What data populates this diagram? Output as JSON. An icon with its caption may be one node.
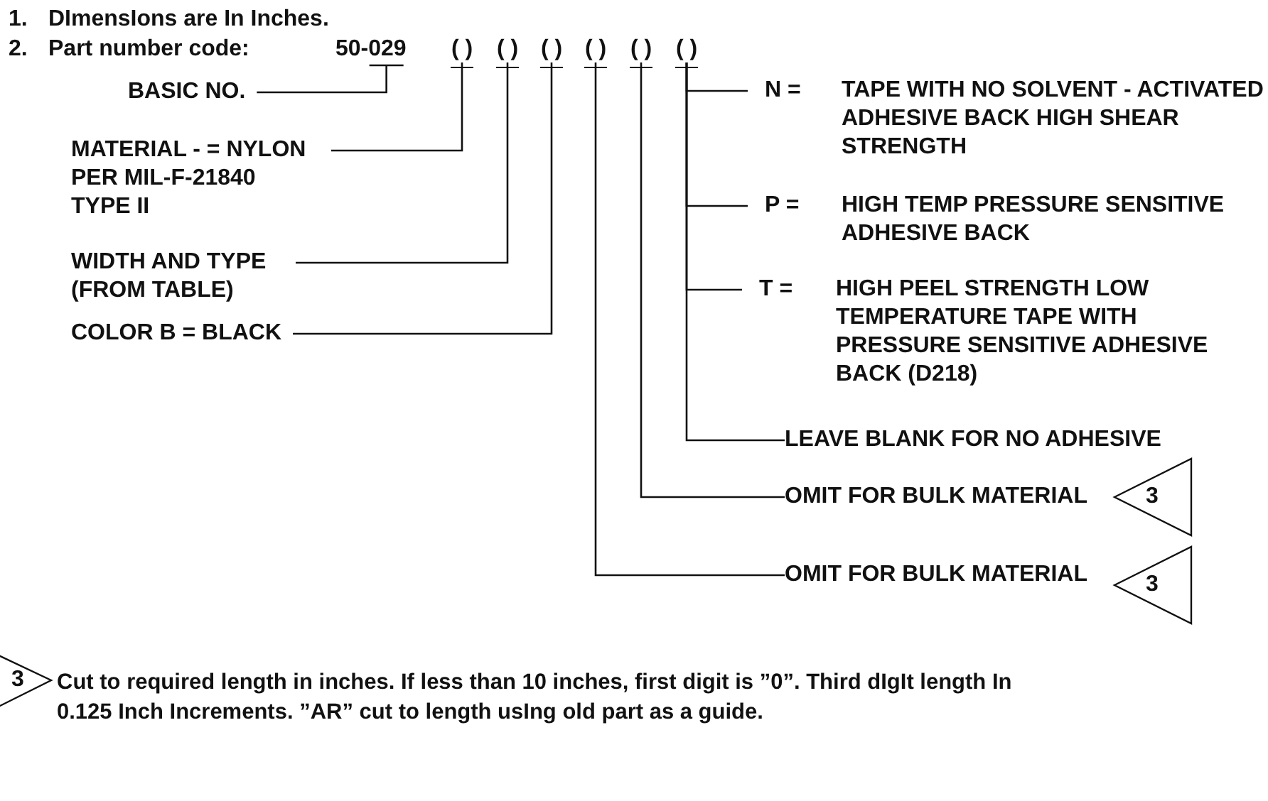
{
  "diagram": {
    "nodes": [
      {
        "text": [
          "50-029"
        ]
      },
      {
        "text": [
          "( )"
        ]
      },
      {
        "text": [
          "( )"
        ]
      },
      {
        "text": [
          "( )"
        ]
      },
      {
        "text": [
          "( )"
        ]
      },
      {
        "text": [
          "( )"
        ]
      },
      {
        "text": [
          "( )"
        ]
      },
      {
        "text": [
          "BASIC NO."
        ]
      },
      {
        "text": [
          "MATERIAL - = NYLON PER MIL-F-21840 TYPE II"
        ]
      },
      {
        "text": [
          "WIDTH AND TYPE (FROM TABLE)"
        ]
      },
      {
        "text": [
          "COLOR B = BLACK"
        ]
      },
      {
        "text": [
          "N =",
          "TAPE WITH NO SOLVENT - ACTIVATED ADHESIVE BACK HIGH SHEAR STRENGTH"
        ]
      },
      {
        "text": [
          "P =",
          "HIGH TEMP PRESSURE SENSITIVE ADHESIVE BACK"
        ]
      },
      {
        "text": [
          "T =",
          "HIGH PEEL STRENGTH LOW TEMPERATURE TAPE WITH PRESSURE SENSITIVE ADHESIVE BACK (D218)"
        ]
      },
      {
        "text": [
          "LEAVE BLANK FOR NO ADHESIVE"
        ]
      },
      {
        "text": [
          "OMIT FOR BULK MATERIAL"
        ]
      },
      {
        "text": [
          "OMIT FOR BULK MATERIAL"
        ]
      }
    ],
    "edges": [
      {
        "from": 7,
        "to": 0,
        "arrow": "none"
      },
      {
        "from": 8,
        "to": 1,
        "arrow": "none"
      },
      {
        "from": 9,
        "to": 2,
        "arrow": "none"
      },
      {
        "from": 10,
        "to": 3,
        "arrow": "none"
      },
      {
        "from": 11,
        "to": 6,
        "arrow": "none"
      },
      {
        "from": 12,
        "to": 6,
        "arrow": "none"
      },
      {
        "from": 13,
        "to": 6,
        "arrow": "none"
      },
      {
        "from": 14,
        "to": 6,
        "arrow": "none"
      },
      {
        "from": 15,
        "to": 5,
        "arrow": "none"
      },
      {
        "from": 16,
        "to": 4,
        "arrow": "none"
      }
    ],
    "labels": [
      "1.",
      "DImensIons are In Inches.",
      "2.",
      "Part number code:",
      "3",
      "3",
      "3",
      "Cut to required length in inches. If less than 10 inches, first digit is ”0”. Third dIgIt length In 0.125 Inch Increments. ”AR” cut to length usIng old part as a guide."
    ]
  }
}
